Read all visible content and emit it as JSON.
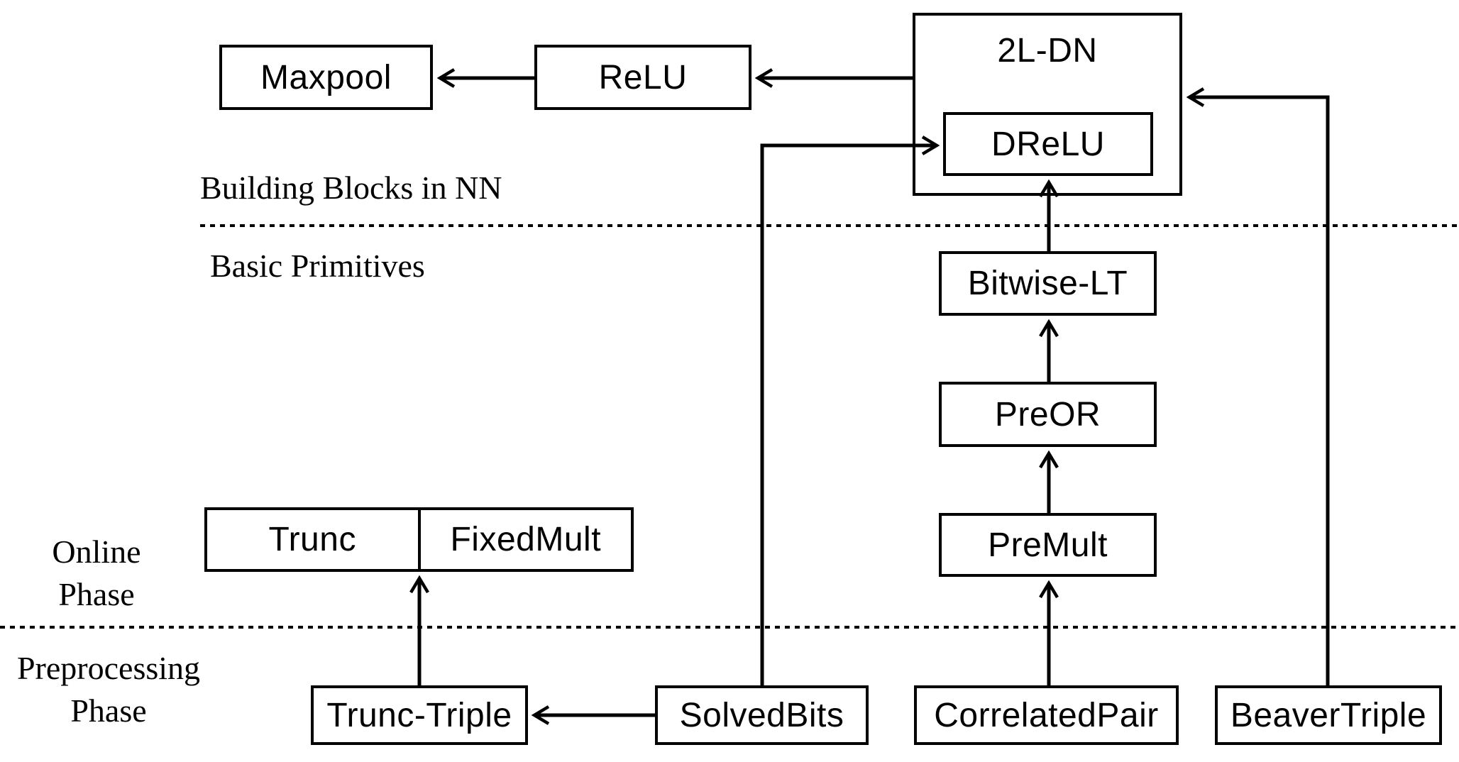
{
  "sections": {
    "building_blocks_label": "Building Blocks in NN",
    "basic_primitives_label": "Basic Primitives",
    "online_phase_line1": "Online",
    "online_phase_line2": "Phase",
    "preprocessing_line1": "Preprocessing",
    "preprocessing_line2": "Phase"
  },
  "nodes": {
    "maxpool": "Maxpool",
    "relu": "ReLU",
    "two_layer_dn": "2L-DN",
    "drelu": "DReLU",
    "bitwise_lt": "Bitwise-LT",
    "preor": "PreOR",
    "premult": "PreMult",
    "trunc": "Trunc",
    "fixedmult": "FixedMult",
    "trunc_triple": "Trunc-Triple",
    "solvedbits": "SolvedBits",
    "correlatedpair": "CorrelatedPair",
    "beavertriple": "BeaverTriple"
  },
  "edges": [
    {
      "from": "ReLU",
      "to": "Maxpool"
    },
    {
      "from": "2L-DN",
      "to": "ReLU"
    },
    {
      "from": "BeaverTriple",
      "to": "2L-DN"
    },
    {
      "from": "SolvedBits",
      "to": "DReLU"
    },
    {
      "from": "SolvedBits",
      "to": "Trunc-Triple"
    },
    {
      "from": "Trunc-Triple",
      "to": "Trunc"
    },
    {
      "from": "CorrelatedPair",
      "to": "PreMult"
    },
    {
      "from": "PreMult",
      "to": "PreOR"
    },
    {
      "from": "PreOR",
      "to": "Bitwise-LT"
    },
    {
      "from": "Bitwise-LT",
      "to": "DReLU"
    }
  ],
  "colors": {
    "ink": "#000000",
    "background": "#ffffff"
  }
}
